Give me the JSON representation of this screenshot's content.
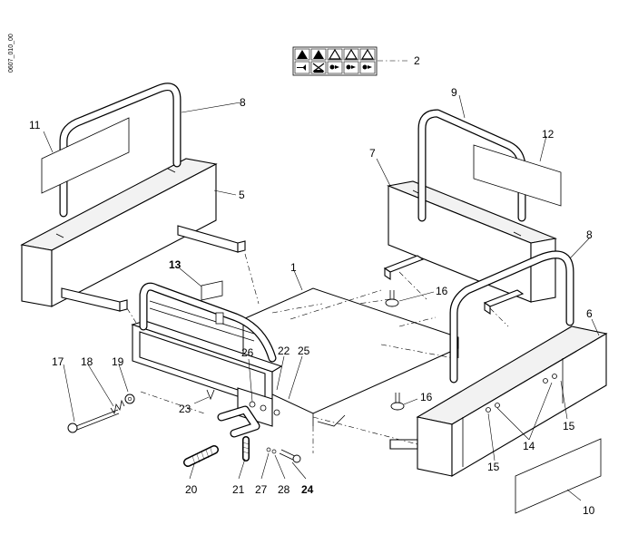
{
  "drawing_id": "0607_010_00",
  "callouts": [
    {
      "id": "c1",
      "text": "1"
    },
    {
      "id": "c2",
      "text": "2"
    },
    {
      "id": "c5",
      "text": "5"
    },
    {
      "id": "c6",
      "text": "6"
    },
    {
      "id": "c7",
      "text": "7"
    },
    {
      "id": "c8a",
      "text": "8"
    },
    {
      "id": "c8b",
      "text": "8"
    },
    {
      "id": "c9",
      "text": "9"
    },
    {
      "id": "c10",
      "text": "10"
    },
    {
      "id": "c11",
      "text": "11"
    },
    {
      "id": "c12",
      "text": "12"
    },
    {
      "id": "c13",
      "text": "13"
    },
    {
      "id": "c14",
      "text": "14"
    },
    {
      "id": "c15a",
      "text": "15"
    },
    {
      "id": "c15b",
      "text": "15"
    },
    {
      "id": "c16a",
      "text": "16"
    },
    {
      "id": "c16b",
      "text": "16"
    },
    {
      "id": "c17",
      "text": "17"
    },
    {
      "id": "c18",
      "text": "18"
    },
    {
      "id": "c19",
      "text": "19"
    },
    {
      "id": "c20",
      "text": "20"
    },
    {
      "id": "c21",
      "text": "21"
    },
    {
      "id": "c22",
      "text": "22"
    },
    {
      "id": "c23",
      "text": "23"
    },
    {
      "id": "c24",
      "text": "24"
    },
    {
      "id": "c25",
      "text": "25"
    },
    {
      "id": "c26",
      "text": "26"
    },
    {
      "id": "c27",
      "text": "27"
    },
    {
      "id": "c28",
      "text": "28"
    }
  ],
  "warning_icons": [
    "hand-crush-icon",
    "person-fall-icon",
    "hot-surface-icon",
    "read-manual-icon",
    "hand-pinch-icon",
    "no-riders-icon",
    "ear-protection-icon",
    "eye-protection-icon",
    "hand-warning-icon",
    "tip-over-icon"
  ]
}
